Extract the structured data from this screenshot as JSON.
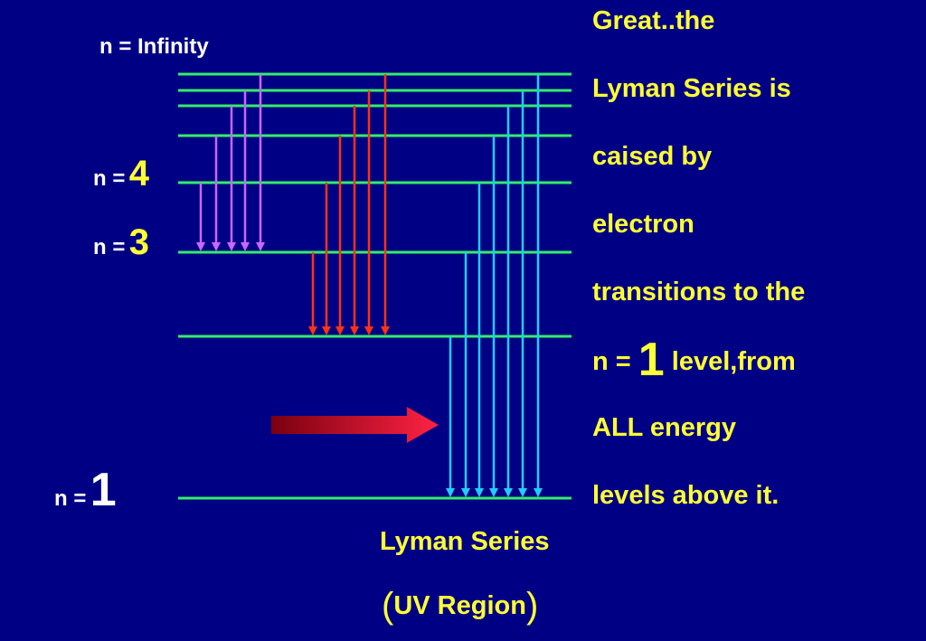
{
  "labels": {
    "infinity": "n = Infinity",
    "n_prefix": "n =",
    "n4": "4",
    "n3": "3",
    "n1": "1"
  },
  "explanation": {
    "line1": "Great..the",
    "line2": "Lyman Series is",
    "line3": "caised by",
    "line4": "electron",
    "line5": "transitions to the",
    "line6_pre": "n =",
    "line6_num": "1",
    "line6_post": "level,from",
    "line7": "ALL energy",
    "line8": "levels above it."
  },
  "caption": {
    "series": "Lyman Series",
    "open_paren": "(",
    "region": "UV Region",
    "close_paren": ")"
  },
  "colors": {
    "background": "#000085",
    "energy_level": "#33ee66",
    "violet_transitions": "#cc66ff",
    "red_transitions": "#ff3311",
    "cyan_transitions": "#22ccff",
    "text_yellow": "#ffff33",
    "text_white": "#ffffff",
    "arrow_start": "#7a0010",
    "arrow_end": "#ff2244"
  },
  "levels": [
    {
      "n": "infinity"
    },
    {
      "n": "7"
    },
    {
      "n": "6"
    },
    {
      "n": "5"
    },
    {
      "n": "4"
    },
    {
      "n": "3"
    },
    {
      "n": "2"
    },
    {
      "n": "1"
    }
  ],
  "transitions": {
    "violet_to_level": "3",
    "violet_from": [
      "4",
      "5",
      "6",
      "7",
      "infinity"
    ],
    "red_to_level": "2",
    "red_from": [
      "3",
      "4",
      "5",
      "6",
      "7",
      "infinity"
    ],
    "cyan_to_level": "1",
    "cyan_from": [
      "2",
      "3",
      "4",
      "5",
      "6",
      "7",
      "infinity"
    ]
  },
  "pointer_icon": "right-arrow-icon"
}
